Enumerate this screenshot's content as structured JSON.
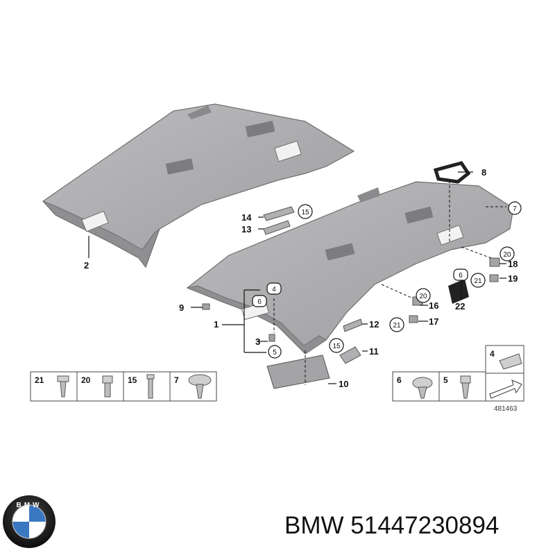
{
  "diagram": {
    "part_numbers": [
      "1",
      "2",
      "3",
      "4",
      "5",
      "6",
      "7",
      "8",
      "9",
      "10",
      "11",
      "12",
      "13",
      "14",
      "15",
      "16",
      "17",
      "18",
      "19",
      "20",
      "21",
      "22"
    ],
    "ring_labels": [
      "4",
      "5",
      "6",
      "7",
      "15",
      "20",
      "21"
    ],
    "legend_left": [
      "21",
      "20",
      "15",
      "7"
    ],
    "legend_right": [
      "6",
      "5"
    ],
    "legend_corner": "4",
    "image_code": "481463"
  },
  "brand": {
    "name": "BMW",
    "part_number": "51447230894",
    "logo_letters": "BMW"
  },
  "colors": {
    "headliner_fill": "#a9a9ab",
    "headliner_shade": "#8a8a8c",
    "line": "#111111"
  }
}
